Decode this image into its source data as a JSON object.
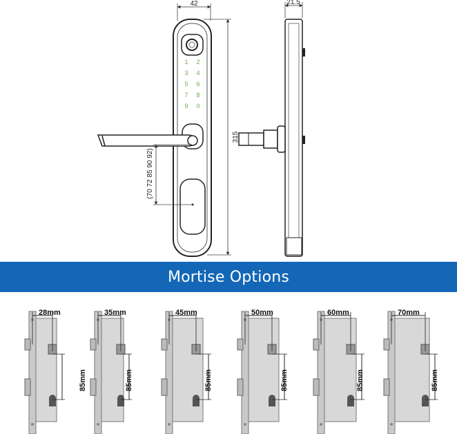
{
  "front_view": {
    "width_label": "42",
    "height_label": "315",
    "backset_options": "(70 72 85 90 92)"
  },
  "side_view": {
    "depth_label": "21.5"
  },
  "banner": {
    "title": "Mortise Options"
  },
  "mortise_options": [
    {
      "width": "28mm",
      "height": "85mm"
    },
    {
      "width": "35mm",
      "height": "85mm"
    },
    {
      "width": "45mm",
      "height": "85mm"
    },
    {
      "width": "50mm",
      "height": "85mm"
    },
    {
      "width": "60mm",
      "height": "85mm"
    },
    {
      "width": "70mm",
      "height": "85mm"
    }
  ]
}
